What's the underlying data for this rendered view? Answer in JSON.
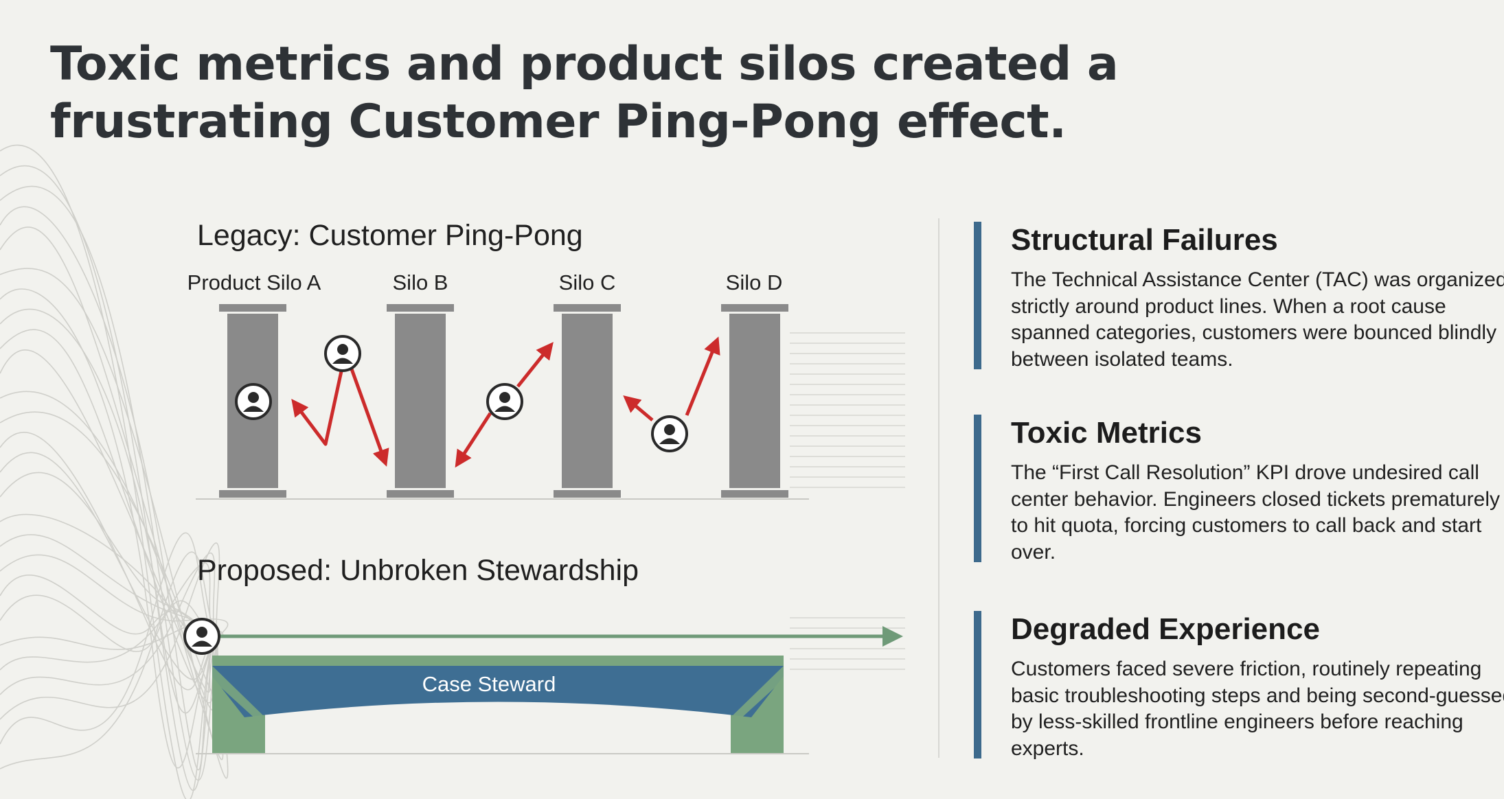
{
  "title": {
    "line1": "Toxic metrics and product silos created a",
    "line2": "frustrating Customer Ping-Pong effect."
  },
  "legacy": {
    "heading": "Legacy: Customer Ping-Pong",
    "silos": [
      {
        "label": "Product Silo A"
      },
      {
        "label": "Silo B"
      },
      {
        "label": "Silo C"
      },
      {
        "label": "Silo D"
      }
    ]
  },
  "proposed": {
    "heading": "Proposed: Unbroken Stewardship",
    "bridge_label": "Case Steward"
  },
  "panels": [
    {
      "title": "Structural Failures",
      "body": "The Technical Assistance Center (TAC) was organized strictly around product lines. When a root cause spanned categories, customers were bounced blindly between isolated teams."
    },
    {
      "title": "Toxic Metrics",
      "body": "The “First Call Resolution” KPI drove undesired call center behavior. Engineers closed tickets prematurely to hit quota, forcing customers to call back and start over."
    },
    {
      "title": "Degraded Experience",
      "body": "Customers faced severe friction, routinely repeating basic troubleshooting steps and being second-guessed by less-skilled frontline engineers before reaching experts."
    }
  ],
  "colors": {
    "accent_bar": "#3d6a8c",
    "silo": "#8a8a8a",
    "arrow": "#cc2b2b",
    "bridge_deck": "#3e6e93",
    "bridge_support": "#7aa57f",
    "flow_arrow": "#6f9a78"
  },
  "icons": {
    "person": "user-circle-icon"
  }
}
